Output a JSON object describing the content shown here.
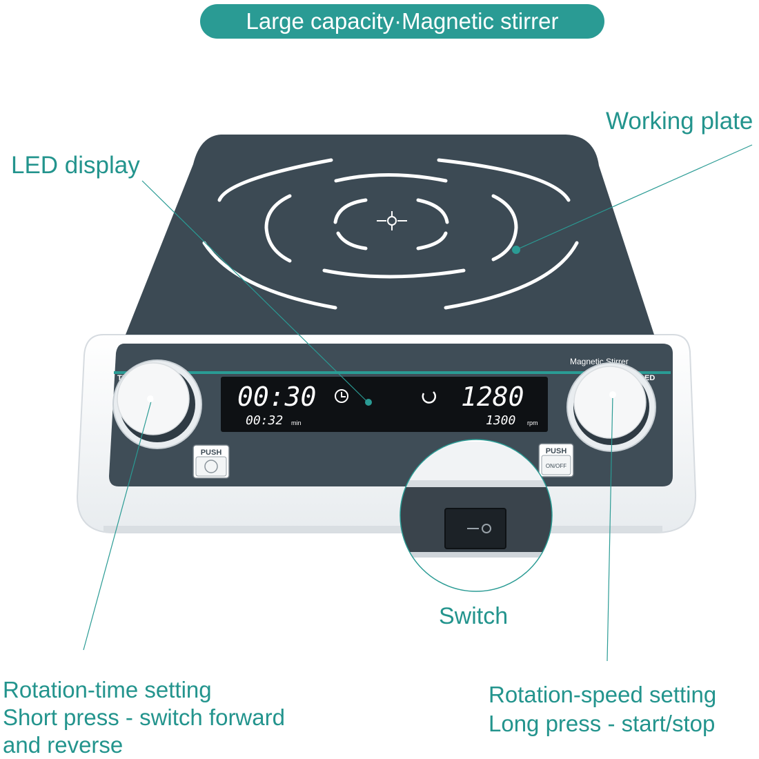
{
  "title": "Large  capacity·Magnetic stirrer",
  "labels": {
    "working_plate": "Working plate",
    "led_display": "LED display",
    "switch": "Switch",
    "rotation_time": [
      "Rotation-time setting",
      "Short press - switch forward",
      "and reverse"
    ],
    "rotation_speed": [
      "Rotation-speed setting",
      "Long press - start/stop"
    ]
  },
  "device": {
    "brand_text": "Magnetic  Stirrer",
    "left_knob_label": "TI",
    "right_knob_label": "ED",
    "display": {
      "time_main": "00:30",
      "time_sub": "00:32",
      "time_unit": "min",
      "speed_main": "1280",
      "speed_sub": "1300",
      "speed_unit": "rpm"
    },
    "left_button": "PUSH",
    "right_button": "PUSH",
    "right_button_sub": "ON/OFF"
  },
  "colors": {
    "accent": "#2a9b94",
    "plate": "#3c4a54",
    "panel": "#3f4d57",
    "body": "#ffffff",
    "display_bg": "#0e1114"
  }
}
